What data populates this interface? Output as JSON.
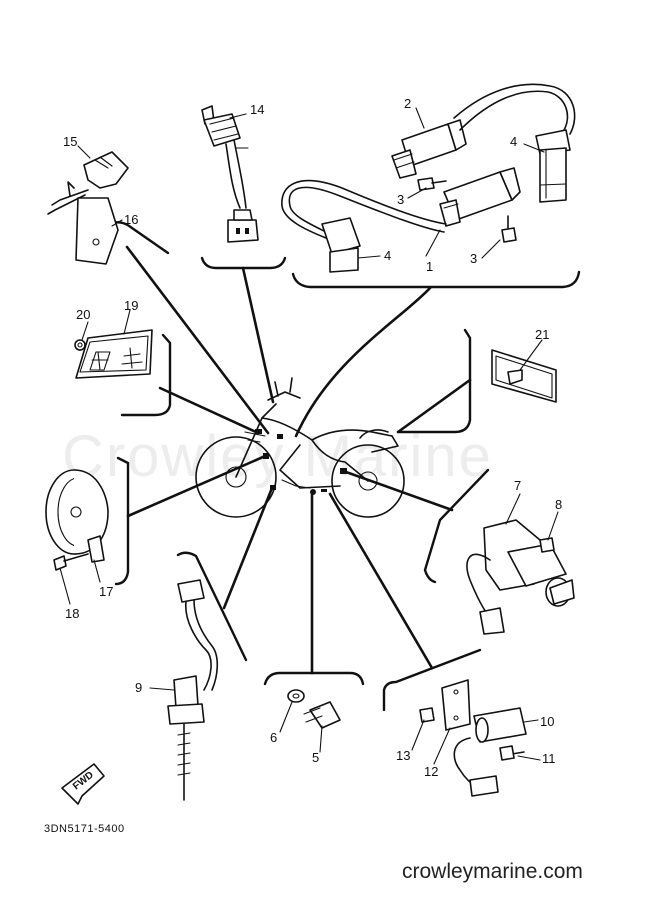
{
  "watermark": "Crowley Marine",
  "footer": "crowleymarine.com",
  "drawing_code": "3DN5171-5400",
  "direction_label": "FWD",
  "callouts": [
    {
      "id": "c1",
      "label": "1"
    },
    {
      "id": "c2",
      "label": "2"
    },
    {
      "id": "c3a",
      "label": "3"
    },
    {
      "id": "c3b",
      "label": "3"
    },
    {
      "id": "c4a",
      "label": "4"
    },
    {
      "id": "c4b",
      "label": "4"
    },
    {
      "id": "c5",
      "label": "5"
    },
    {
      "id": "c6",
      "label": "6"
    },
    {
      "id": "c7",
      "label": "7"
    },
    {
      "id": "c8",
      "label": "8"
    },
    {
      "id": "c9",
      "label": "9"
    },
    {
      "id": "c10",
      "label": "10"
    },
    {
      "id": "c11",
      "label": "11"
    },
    {
      "id": "c12",
      "label": "12"
    },
    {
      "id": "c13",
      "label": "13"
    },
    {
      "id": "c14",
      "label": "14"
    },
    {
      "id": "c15",
      "label": "15"
    },
    {
      "id": "c16",
      "label": "16"
    },
    {
      "id": "c17",
      "label": "17"
    },
    {
      "id": "c18",
      "label": "18"
    },
    {
      "id": "c19",
      "label": "19"
    },
    {
      "id": "c20",
      "label": "20"
    },
    {
      "id": "c21",
      "label": "21"
    }
  ]
}
